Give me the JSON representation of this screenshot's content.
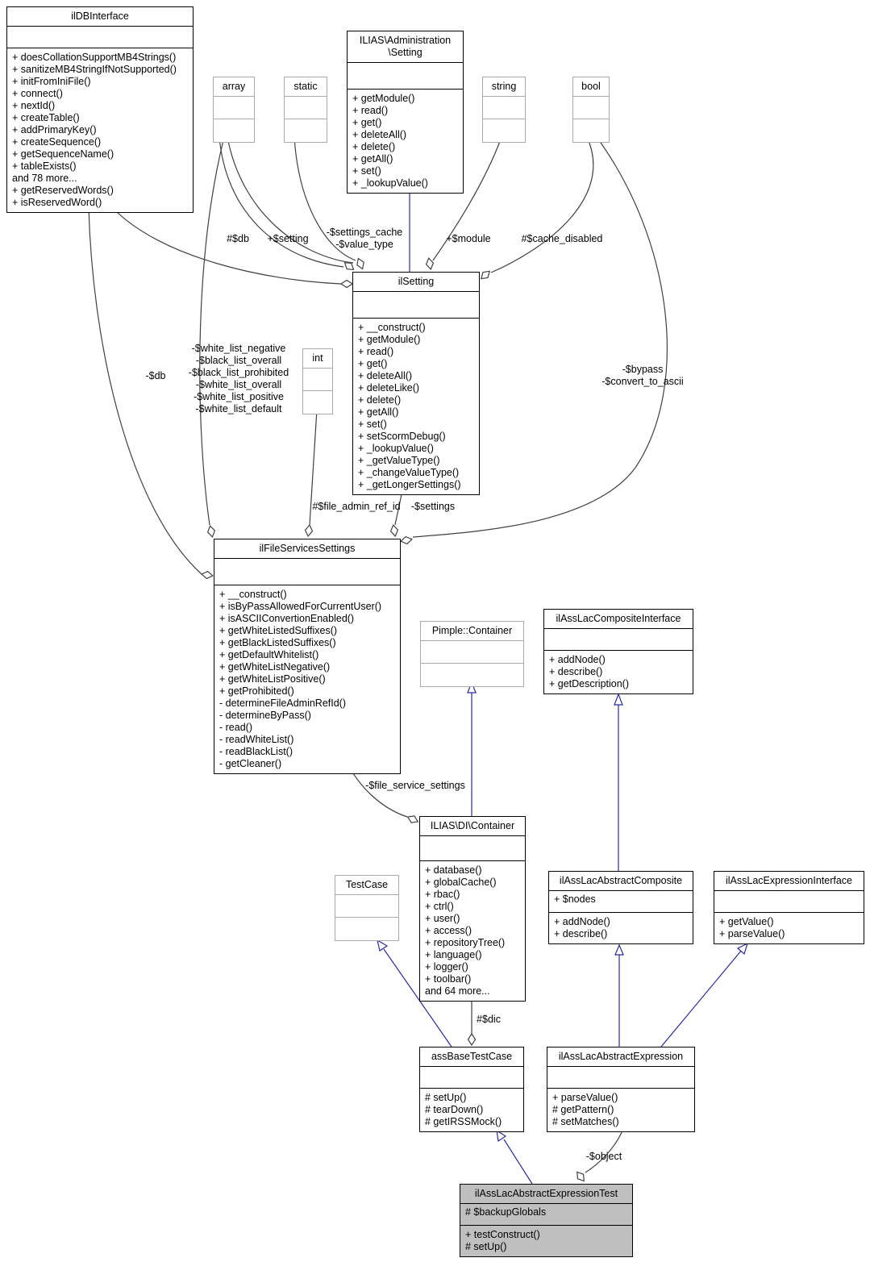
{
  "colors": {
    "inheritance_edge": "#2b2b9a",
    "aggregation_edge": "#404040",
    "class_border": "#000000",
    "external_type_border": "#aaaaaa",
    "highlight_fill": "#bfbfbf",
    "background": "#ffffff"
  },
  "classes": {
    "ilDBInterface": {
      "title": "ilDBInterface",
      "attrs": [],
      "methods": [
        "+ doesCollationSupportMB4Strings()",
        "+ sanitizeMB4StringIfNotSupported()",
        "+ initFromIniFile()",
        "+ connect()",
        "+ nextId()",
        "+ createTable()",
        "+ addPrimaryKey()",
        "+ createSequence()",
        "+ getSequenceName()",
        "+ tableExists()",
        "and 78 more...",
        "+ getReservedWords()",
        "+ isReservedWord()"
      ]
    },
    "arrayType": {
      "title": "array",
      "attrs": [],
      "methods": []
    },
    "staticType": {
      "title": "static",
      "attrs": [],
      "methods": []
    },
    "adminSetting": {
      "title_lines": [
        "ILIAS\\Administration",
        "\\Setting"
      ],
      "attrs": [],
      "methods": [
        "+ getModule()",
        "+ read()",
        "+ get()",
        "+ deleteAll()",
        "+ delete()",
        "+ getAll()",
        "+ set()",
        "+ _lookupValue()"
      ]
    },
    "stringType": {
      "title": "string",
      "attrs": [],
      "methods": []
    },
    "boolType": {
      "title": "bool",
      "attrs": [],
      "methods": []
    },
    "ilSetting": {
      "title": "ilSetting",
      "attrs": [],
      "methods": [
        "+ __construct()",
        "+ getModule()",
        "+ read()",
        "+ get()",
        "+ deleteAll()",
        "+ deleteLike()",
        "+ delete()",
        "+ getAll()",
        "+ set()",
        "+ setScormDebug()",
        "+ _lookupValue()",
        "+ _getValueType()",
        "+ _changeValueType()",
        "+ _getLongerSettings()"
      ]
    },
    "intType": {
      "title": "int",
      "attrs": [],
      "methods": []
    },
    "ilFileServicesSettings": {
      "title": "ilFileServicesSettings",
      "attrs": [],
      "methods": [
        "+ __construct()",
        "+ isByPassAllowedForCurrentUser()",
        "+ isASCIIConvertionEnabled()",
        "+ getWhiteListedSuffixes()",
        "+ getBlackListedSuffixes()",
        "+ getDefaultWhitelist()",
        "+ getWhiteListNegative()",
        "+ getWhiteListPositive()",
        "+ getProhibited()",
        "- determineFileAdminRefId()",
        "- determineByPass()",
        "- read()",
        "- readWhiteList()",
        "- readBlackList()",
        "- getCleaner()"
      ]
    },
    "pimpleContainer": {
      "title": "Pimple::Container",
      "attrs": [],
      "methods": []
    },
    "ilAssLacCompositeInterface": {
      "title": "ilAssLacCompositeInterface",
      "attrs": [],
      "methods": [
        "+ addNode()",
        "+ describe()",
        "+ getDescription()"
      ]
    },
    "diContainer": {
      "title": "ILIAS\\DI\\Container",
      "attrs": [],
      "methods": [
        "+ database()",
        "+ globalCache()",
        "+ rbac()",
        "+ ctrl()",
        "+ user()",
        "+ access()",
        "+ repositoryTree()",
        "+ language()",
        "+ logger()",
        "+ toolbar()",
        "and 64 more..."
      ]
    },
    "testCase": {
      "title": "TestCase",
      "attrs": [],
      "methods": []
    },
    "ilAssLacAbstractComposite": {
      "title": "ilAssLacAbstractComposite",
      "attrs": [
        "+ $nodes"
      ],
      "methods": [
        "+ addNode()",
        "+ describe()"
      ]
    },
    "ilAssLacExpressionInterface": {
      "title": "ilAssLacExpressionInterface",
      "attrs": [],
      "methods": [
        "+ getValue()",
        "+ parseValue()"
      ]
    },
    "assBaseTestCase": {
      "title": "assBaseTestCase",
      "attrs": [],
      "methods": [
        "# setUp()",
        "# tearDown()",
        "# getIRSSMock()"
      ]
    },
    "ilAssLacAbstractExpression": {
      "title": "ilAssLacAbstractExpression",
      "attrs": [],
      "methods": [
        "+ parseValue()",
        "# getPattern()",
        "# setMatches()"
      ]
    },
    "ilAssLacAbstractExpressionTest": {
      "title": "ilAssLacAbstractExpressionTest",
      "attrs": [
        "# $backupGlobals"
      ],
      "methods": [
        "+ testConstruct()",
        "# setUp()"
      ]
    }
  },
  "edge_labels": {
    "db_to_ilsetting": "#$db",
    "setting_member": "+$setting",
    "settings_cache": [
      "-$settings_cache",
      "-$value_type"
    ],
    "module_member": "+$module",
    "cache_disabled": "#$cache_disabled",
    "db_to_fss": "-$db",
    "white_lists": [
      "-$white_list_negative",
      "-$black_list_overall",
      "-$black_list_prohibited",
      "-$white_list_overall",
      "-$white_list_positive",
      "-$white_list_default"
    ],
    "file_admin_ref_id": "#$file_admin_ref_id",
    "settings_member": "-$settings",
    "bypass": [
      "-$bypass",
      "-$convert_to_ascii"
    ],
    "file_service_settings": "-$file_service_settings",
    "dic": "#$dic",
    "object_member": "-$object"
  }
}
